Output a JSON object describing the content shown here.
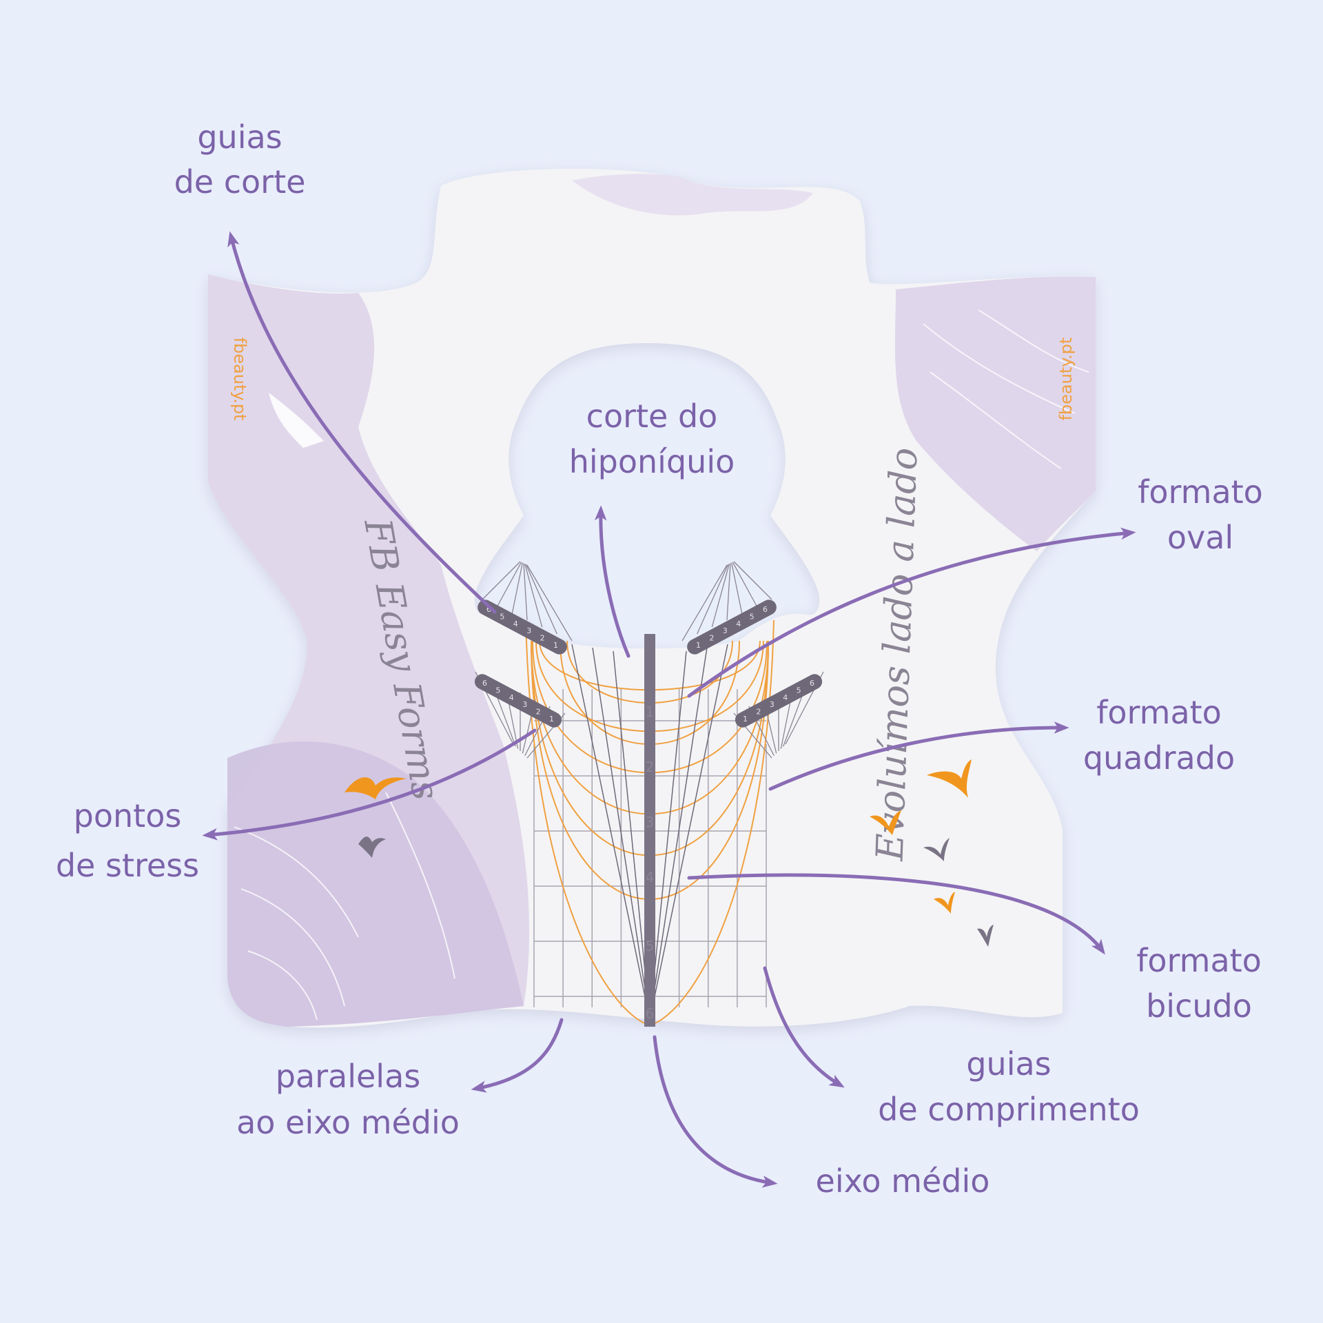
{
  "labels": {
    "guias_corte": [
      "guias",
      "de corte"
    ],
    "corte_hiponiquio": [
      "corte do",
      "hiponíquio"
    ],
    "formato_oval": [
      "formato",
      "oval"
    ],
    "formato_quadrado": [
      "formato",
      "quadrado"
    ],
    "pontos_stress": [
      "pontos",
      "de stress"
    ],
    "formato_bicudo": [
      "formato",
      "bicudo"
    ],
    "paralelas": [
      "paralelas",
      "ao eixo médio"
    ],
    "guias_comprimento": [
      "guias",
      "de comprimento"
    ],
    "eixo_medio": [
      "eixo médio"
    ]
  },
  "form": {
    "brand_left": "fbeauty.pt",
    "brand_right": "fbeauty.pt",
    "script_left": "FB Easy Forms",
    "script_right": "Evoluímos lado a lado",
    "axis_numbers": [
      "1",
      "2",
      "3",
      "4",
      "5",
      "6"
    ],
    "cut_guide_numbers": [
      "1",
      "2",
      "3",
      "4",
      "5",
      "6"
    ]
  },
  "colors": {
    "label": "#7b62a8",
    "arrow": "#8a6cb5",
    "axis": "#7a7385",
    "guide": "#f0a040",
    "grid": "#a8a3b0",
    "brand": "#f0a040",
    "bird_orange": "#f0961e",
    "bird_gray": "#7a7385",
    "form_fill": "#f4f4f6",
    "marble": "#d6cbe4"
  }
}
